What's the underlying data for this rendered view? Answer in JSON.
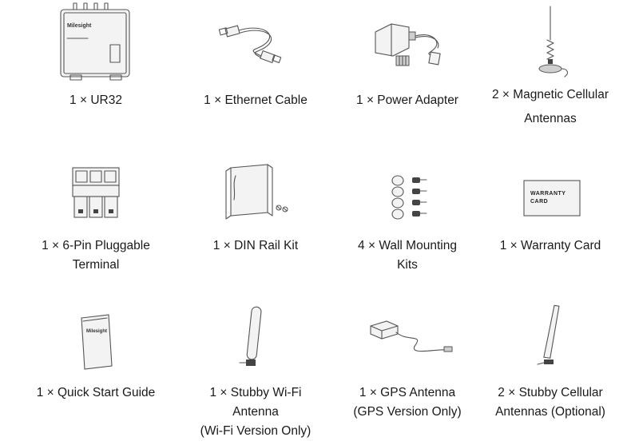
{
  "items": [
    {
      "name": "ur32",
      "icon": "router-device-icon",
      "lines": [
        "1 × UR32"
      ]
    },
    {
      "name": "ethernet-cable",
      "icon": "ethernet-cable-icon",
      "lines": [
        "1 × Ethernet Cable"
      ]
    },
    {
      "name": "power-adapter",
      "icon": "power-adapter-icon",
      "lines": [
        "1 × Power Adapter"
      ]
    },
    {
      "name": "magnetic-cellular-antennas",
      "icon": "magnetic-antenna-icon",
      "lines": [
        "2 × Magnetic Cellular",
        "Antennas"
      ]
    },
    {
      "name": "pluggable-terminal",
      "icon": "terminal-block-icon",
      "lines": [
        "1 × 6-Pin Pluggable",
        "Terminal"
      ]
    },
    {
      "name": "din-rail-kit",
      "icon": "din-rail-icon",
      "lines": [
        "1 × DIN Rail Kit"
      ]
    },
    {
      "name": "wall-mounting-kits",
      "icon": "wall-mount-screws-icon",
      "lines": [
        "4 × Wall Mounting",
        "Kits"
      ]
    },
    {
      "name": "warranty-card",
      "icon": "warranty-card-icon",
      "lines": [
        "1 × Warranty Card"
      ]
    },
    {
      "name": "quick-start-guide",
      "icon": "booklet-icon",
      "lines": [
        "1 × Quick Start Guide"
      ]
    },
    {
      "name": "stubby-wifi-antenna",
      "icon": "stubby-antenna-icon",
      "lines": [
        "1 × Stubby Wi-Fi",
        "Antenna",
        "(Wi-Fi Version Only)"
      ]
    },
    {
      "name": "gps-antenna",
      "icon": "gps-antenna-icon",
      "lines": [
        "1 × GPS Antenna",
        "(GPS Version Only)"
      ]
    },
    {
      "name": "stubby-cellular-antennas",
      "icon": "stubby-cellular-antenna-icon",
      "lines": [
        "2 × Stubby Cellular",
        "Antennas (Optional)"
      ]
    }
  ],
  "branding": {
    "logo_text": "Milesight"
  },
  "warranty_card": {
    "line1": "WARRANTY",
    "line2": "CARD"
  }
}
